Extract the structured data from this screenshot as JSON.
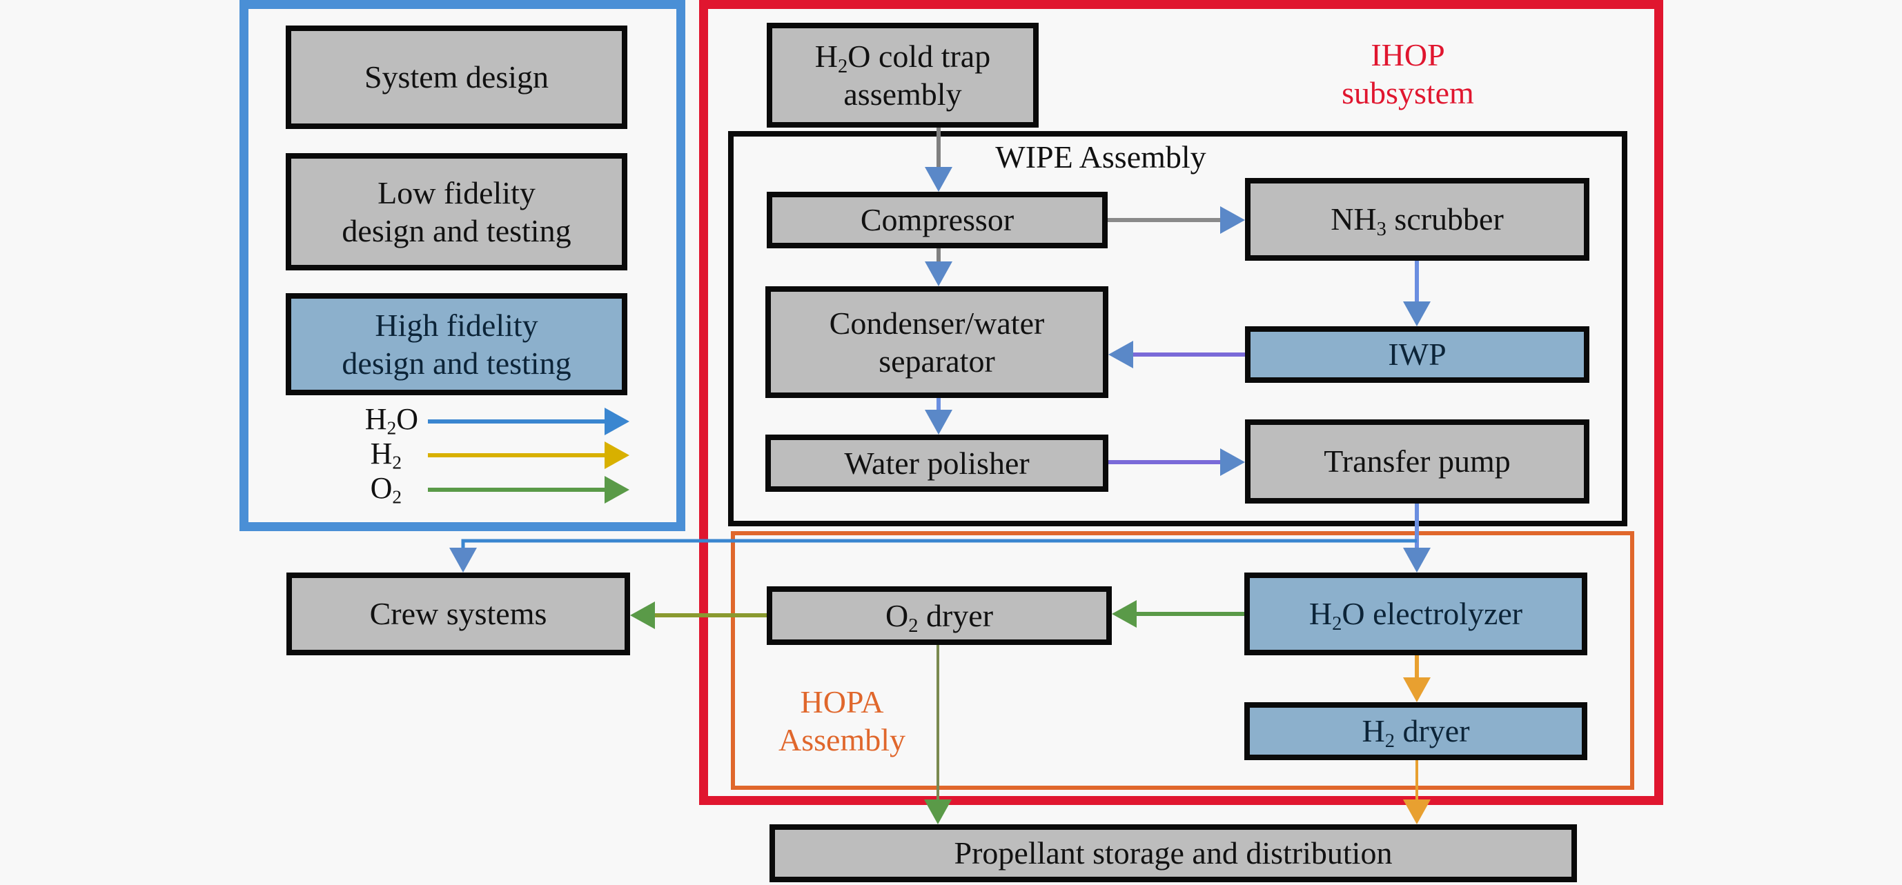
{
  "legend_panel": {
    "items": [
      {
        "id": "system-design",
        "label": "System design",
        "kind": "normal"
      },
      {
        "id": "low-fidelity",
        "label_html": "Low fidelity<br>design and testing",
        "kind": "normal"
      },
      {
        "id": "high-fidelity",
        "label_html": "High fidelity<br>design and testing",
        "kind": "high_fidelity"
      }
    ],
    "flows": [
      {
        "id": "h2o",
        "label_html": "H<sub>2</sub>O",
        "color": "#3a86d0"
      },
      {
        "id": "h2",
        "label_html": "H<sub>2</sub>",
        "color": "#d8b000"
      },
      {
        "id": "o2",
        "label_html": "O<sub>2</sub>",
        "color": "#5a9a48"
      }
    ]
  },
  "groups": {
    "ihop": {
      "label_html": "IHOP<br>subsystem",
      "color": "#e0162f"
    },
    "wipe": {
      "label": "WIPE Assembly",
      "color": "#0a0a0a"
    },
    "hopa": {
      "label_html": "HOPA<br>Assembly",
      "color": "#e0672c"
    },
    "legend_frame_color": "#4a8fd6"
  },
  "nodes": {
    "cold_trap": {
      "label_html": "H<sub>2</sub>O cold trap<br>assembly",
      "fidelity": "normal"
    },
    "compressor": {
      "label": "Compressor",
      "fidelity": "normal"
    },
    "nh3_scrubber": {
      "label_html": "NH<sub>3</sub> scrubber",
      "fidelity": "normal"
    },
    "condenser": {
      "label_html": "Condenser/water<br>separator",
      "fidelity": "normal"
    },
    "iwp": {
      "label": "IWP",
      "fidelity": "high"
    },
    "water_polisher": {
      "label": "Water polisher",
      "fidelity": "normal"
    },
    "transfer_pump": {
      "label": "Transfer pump",
      "fidelity": "normal"
    },
    "crew_systems": {
      "label": "Crew systems",
      "fidelity": "normal"
    },
    "o2_dryer": {
      "label_html": "O<sub>2</sub> dryer",
      "fidelity": "normal"
    },
    "electrolyzer": {
      "label_html": "H<sub>2</sub>O electrolyzer",
      "fidelity": "high"
    },
    "h2_dryer": {
      "label_html": "H<sub>2</sub> dryer",
      "fidelity": "high"
    },
    "propellant": {
      "label": "Propellant storage and distribution",
      "fidelity": "normal"
    }
  },
  "edges": [
    {
      "from": "cold_trap",
      "to": "compressor",
      "flow": "h2o"
    },
    {
      "from": "compressor",
      "to": "nh3_scrubber",
      "flow": "h2o"
    },
    {
      "from": "compressor",
      "to": "condenser",
      "flow": "h2o"
    },
    {
      "from": "nh3_scrubber",
      "to": "iwp",
      "flow": "h2o"
    },
    {
      "from": "iwp",
      "to": "condenser",
      "flow": "h2o"
    },
    {
      "from": "condenser",
      "to": "water_polisher",
      "flow": "h2o"
    },
    {
      "from": "water_polisher",
      "to": "transfer_pump",
      "flow": "h2o"
    },
    {
      "from": "transfer_pump",
      "to": "electrolyzer",
      "flow": "h2o"
    },
    {
      "from": "transfer_pump",
      "to": "crew_systems",
      "flow": "h2o"
    },
    {
      "from": "electrolyzer",
      "to": "o2_dryer",
      "flow": "o2"
    },
    {
      "from": "o2_dryer",
      "to": "crew_systems",
      "flow": "o2"
    },
    {
      "from": "electrolyzer",
      "to": "h2_dryer",
      "flow": "h2"
    },
    {
      "from": "o2_dryer",
      "to": "propellant",
      "flow": "o2"
    },
    {
      "from": "h2_dryer",
      "to": "propellant",
      "flow": "h2"
    }
  ]
}
